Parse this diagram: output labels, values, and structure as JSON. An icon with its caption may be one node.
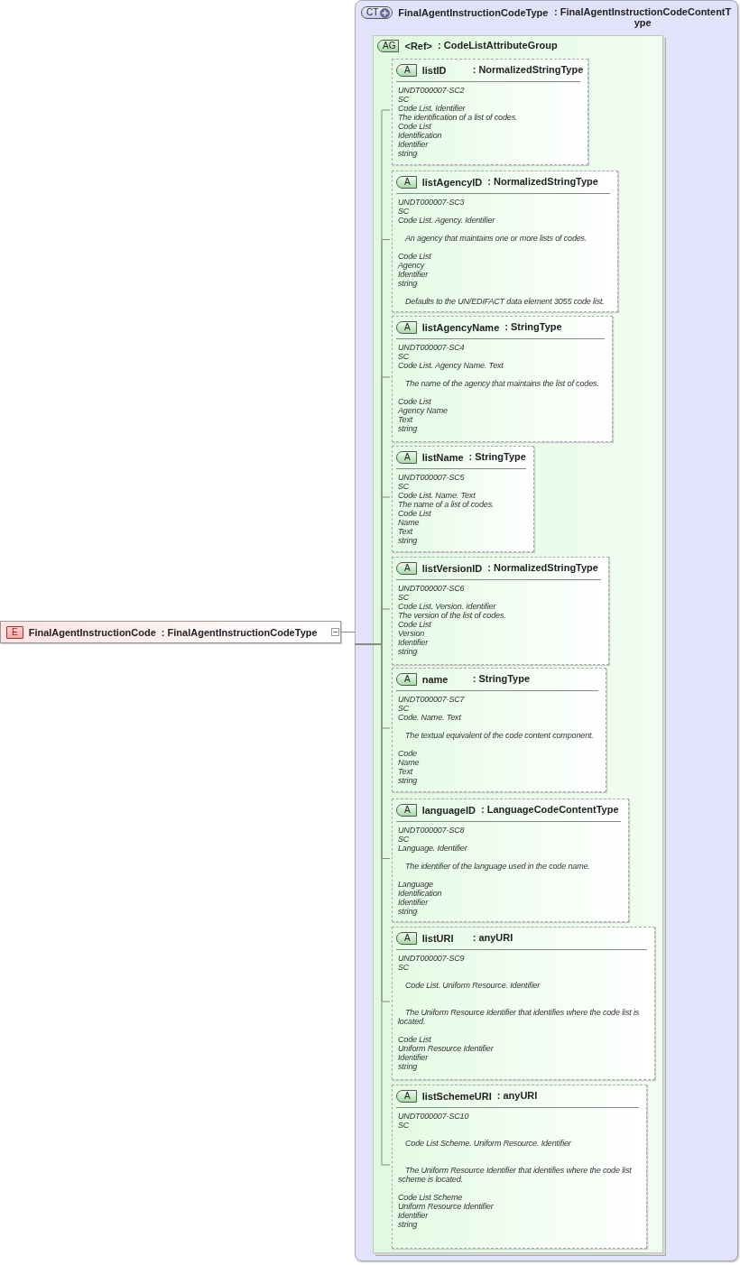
{
  "diagram": {
    "nodes": [
      {
        "text": [
          "E",
          "FinalAgentInstructionCode",
          ": FinalAgentInstructionCodeType"
        ]
      },
      {
        "text": [
          "CT",
          "FinalAgentInstructionCodeType",
          ": FinalAgentInstructionCodeContentType"
        ]
      },
      {
        "text": [
          "AG",
          "<Ref>",
          ": CodeListAttributeGroup"
        ],
        "in": 1
      },
      {
        "text": [
          "A",
          "listID",
          ": NormalizedStringType",
          "UNDT000007-SC2",
          "SC",
          "Code List. Identifier",
          "The identification of a list of codes.",
          "Code List",
          "Identification",
          "Identifier",
          "string"
        ],
        "in": 2
      },
      {
        "text": [
          "A",
          "listAgencyID",
          ": NormalizedStringType",
          "UNDT000007-SC3",
          "SC",
          "Code List. Agency. Identifier",
          "An agency that maintains one or more lists of codes.",
          "Code List",
          "Agency",
          "Identifier",
          "string",
          "Defaults to the UN/EDIFACT data element 3055 code list."
        ],
        "in": 2
      },
      {
        "text": [
          "A",
          "listAgencyName",
          ": StringType",
          "UNDT000007-SC4",
          "SC",
          "Code List. Agency Name. Text",
          "The name of the agency that maintains the list of codes.",
          "Code List",
          "Agency Name",
          "Text",
          "string"
        ],
        "in": 2
      },
      {
        "text": [
          "A",
          "listName",
          ": StringType",
          "UNDT000007-SC5",
          "SC",
          "Code List. Name. Text",
          "The name of a list of codes.",
          "Code List",
          "Name",
          "Text",
          "string"
        ],
        "in": 2
      },
      {
        "text": [
          "A",
          "listVersionID",
          ": NormalizedStringType",
          "UNDT000007-SC6",
          "SC",
          "Code List. Version. Identifier",
          "The version of the list of codes.",
          "Code List",
          "Version",
          "Identifier",
          "string"
        ],
        "in": 2
      },
      {
        "text": [
          "A",
          "name",
          ": StringType",
          "UNDT000007-SC7",
          "SC",
          "Code. Name. Text",
          "The textual equivalent of the code content component.",
          "Code",
          "Name",
          "Text",
          "string"
        ],
        "in": 2
      },
      {
        "text": [
          "A",
          "languageID",
          ": LanguageCodeContentType",
          "UNDT000007-SC8",
          "SC",
          "Language. Identifier",
          "The identifier of the language used in the code name.",
          "Language",
          "Identification",
          "Identifier",
          "string"
        ],
        "in": 2
      },
      {
        "text": [
          "A",
          "listURI",
          ": anyURI",
          "UNDT000007-SC9",
          "SC",
          "Code List. Uniform Resource. Identifier",
          "The Uniform Resource Identifier that identifies where the code list is located.",
          "Code List",
          "Uniform Resource Identifier",
          "Identifier",
          "string"
        ],
        "in": 2
      },
      {
        "text": [
          "A",
          "listSchemeURI",
          ": anyURI",
          "UNDT000007-SC10",
          "SC",
          "Code List Scheme. Uniform Resource. Identifier",
          "The Uniform Resource Identifier that identifies where the code list scheme is located.",
          "Code List Scheme",
          "Uniform Resource Identifier",
          "Identifier",
          "string"
        ],
        "in": 2
      }
    ],
    "edges": [
      {
        "from": 0,
        "to": 1,
        "arrow": "none"
      },
      {
        "from": 1,
        "to": 3,
        "arrow": "none"
      },
      {
        "from": 1,
        "to": 4,
        "arrow": "none"
      },
      {
        "from": 1,
        "to": 5,
        "arrow": "none"
      },
      {
        "from": 1,
        "to": 6,
        "arrow": "none"
      },
      {
        "from": 1,
        "to": 7,
        "arrow": "none"
      },
      {
        "from": 1,
        "to": 8,
        "arrow": "none"
      },
      {
        "from": 1,
        "to": 9,
        "arrow": "none"
      },
      {
        "from": 1,
        "to": 10,
        "arrow": "none"
      },
      {
        "from": 1,
        "to": 11,
        "arrow": "none"
      }
    ]
  }
}
